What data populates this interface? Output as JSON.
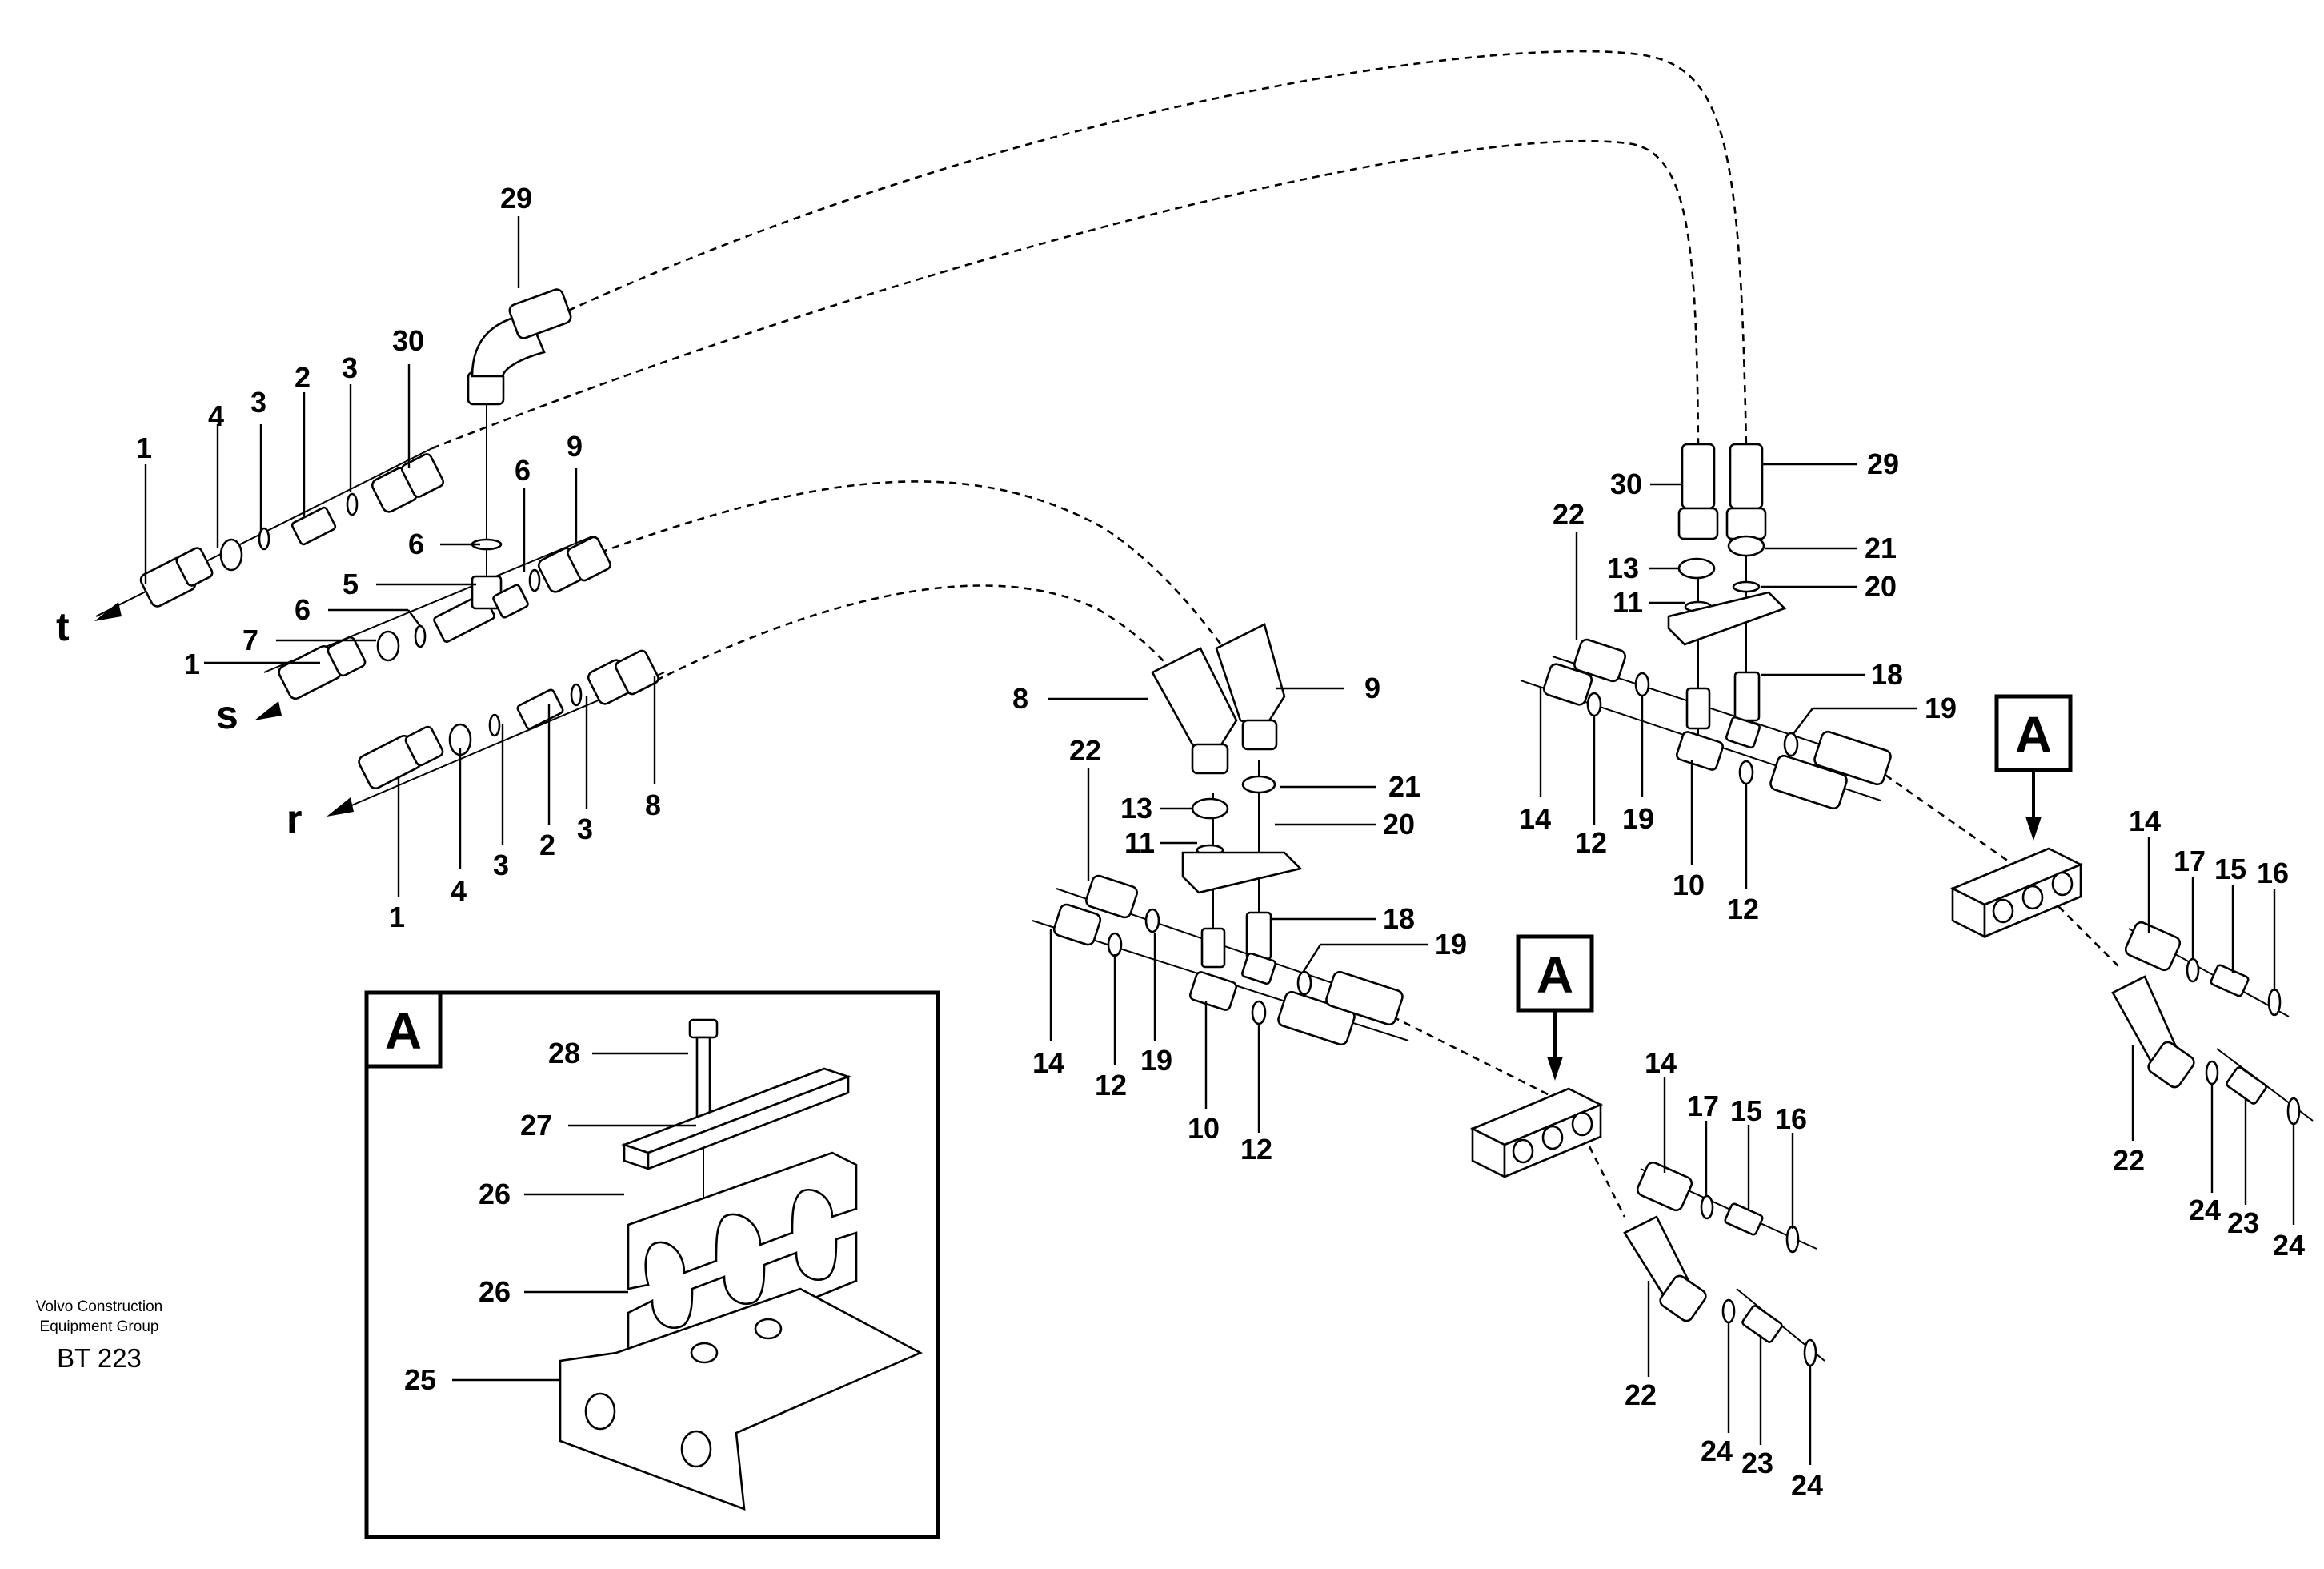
{
  "credit": {
    "line1": "Volvo Construction",
    "line2": "Equipment Group",
    "code": "BT 223"
  },
  "detail": {
    "marker": "A",
    "labels": [
      "28",
      "27",
      "26",
      "26",
      "25"
    ]
  },
  "markers": [
    "A",
    "A"
  ],
  "lines": [
    "t",
    "s",
    "r"
  ],
  "callouts": {
    "left_group": [
      "29",
      "30",
      "3",
      "2",
      "3",
      "4",
      "1",
      "9",
      "6",
      "6",
      "5",
      "6",
      "7",
      "1",
      "8",
      "3",
      "2",
      "3",
      "4",
      "1"
    ],
    "mid_group": [
      "8",
      "9",
      "22",
      "21",
      "13",
      "20",
      "11",
      "18",
      "19",
      "14",
      "12",
      "19",
      "10",
      "12",
      "14",
      "17",
      "15",
      "16",
      "22",
      "24",
      "23",
      "24"
    ],
    "right_group": [
      "29",
      "30",
      "22",
      "21",
      "13",
      "20",
      "11",
      "18",
      "19",
      "14",
      "12",
      "19",
      "10",
      "12",
      "14",
      "17",
      "15",
      "16",
      "22",
      "24",
      "23",
      "24"
    ]
  }
}
